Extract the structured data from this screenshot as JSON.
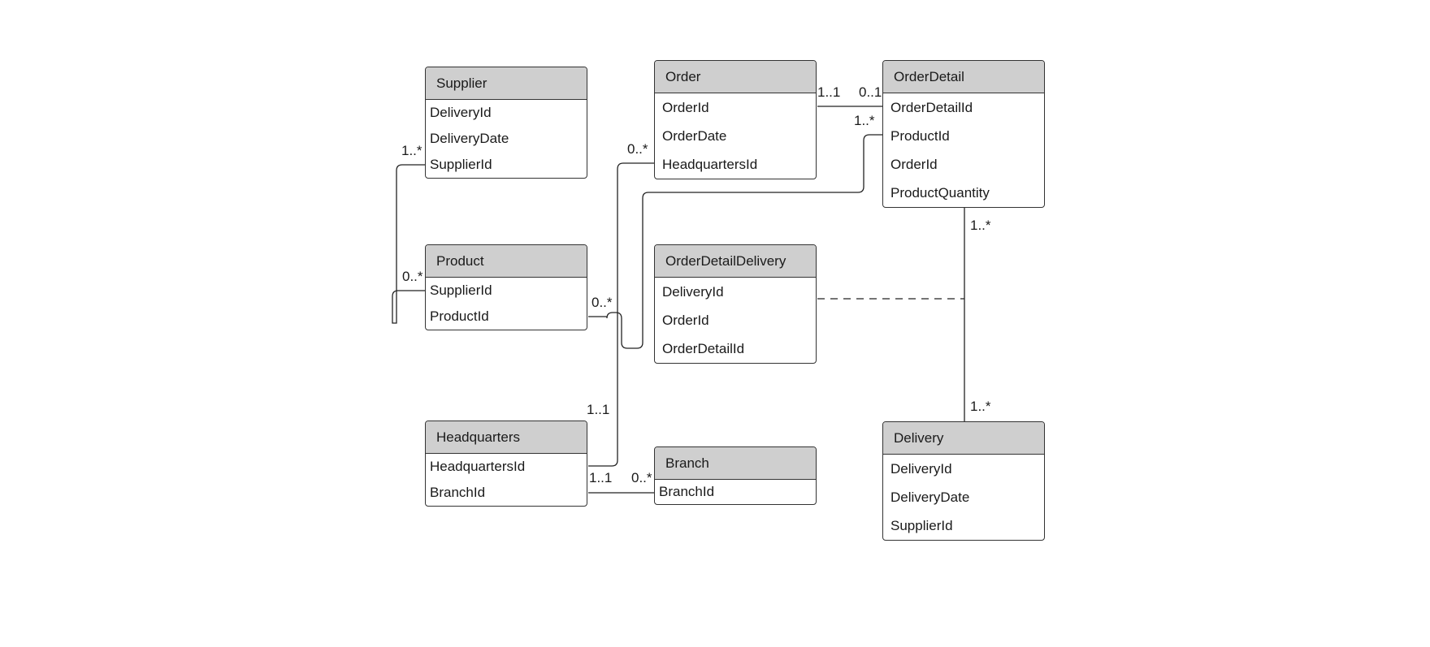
{
  "entities": {
    "supplier": {
      "title": "Supplier",
      "fields": [
        "DeliveryId",
        "DeliveryDate",
        "SupplierId"
      ]
    },
    "order": {
      "title": "Order",
      "fields": [
        "OrderId",
        "OrderDate",
        "HeadquartersId"
      ]
    },
    "order_detail": {
      "title": "OrderDetail",
      "fields": [
        "OrderDetailId",
        "ProductId",
        "OrderId",
        "ProductQuantity"
      ]
    },
    "product": {
      "title": "Product",
      "fields": [
        "SupplierId",
        "ProductId"
      ]
    },
    "order_detail_delivery": {
      "title": "OrderDetailDelivery",
      "fields": [
        "DeliveryId",
        "OrderId",
        "OrderDetailId"
      ]
    },
    "headquarters": {
      "title": "Headquarters",
      "fields": [
        "HeadquartersId",
        "BranchId"
      ]
    },
    "branch": {
      "title": "Branch",
      "fields": [
        "BranchId"
      ]
    },
    "delivery": {
      "title": "Delivery",
      "fields": [
        "DeliveryId",
        "DeliveryDate",
        "SupplierId"
      ]
    }
  },
  "cardinalities": {
    "order_orderdetail_order_end": "1..1",
    "order_orderdetail_detail_end": "0..1",
    "orderdetail_productid": "1..*",
    "order_headquarters_order_end": "0..*",
    "supplier_product_supplier_end": "1..*",
    "supplier_product_product_end": "0..*",
    "product_productid": "0..*",
    "headquarters_order_end": "1..1",
    "headquarters_branch_hq_end": "1..1",
    "headquarters_branch_branch_end": "0..*",
    "orderdetail_delivery_top": "1..*",
    "orderdetail_delivery_bottom": "1..*"
  }
}
